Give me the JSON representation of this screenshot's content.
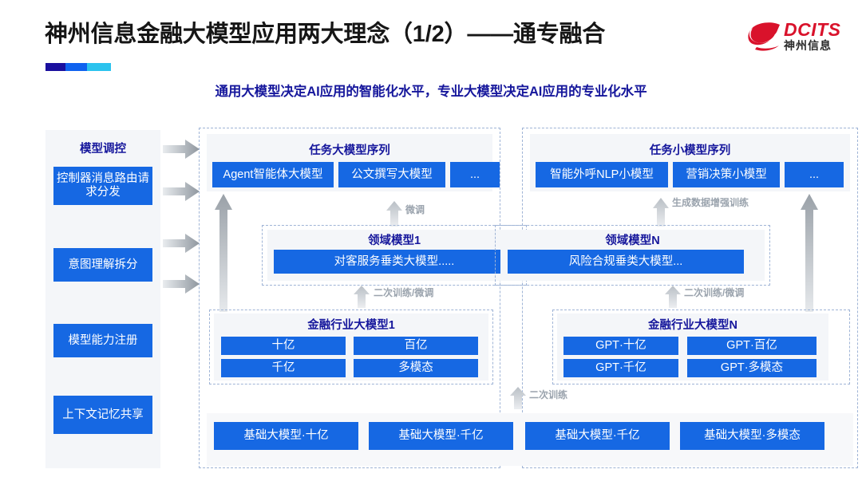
{
  "header": {
    "title": "神州信息金融大模型应用两大理念（1/2）——通专融合",
    "subtitle": "通用大模型决定AI应用的智能化水平，专业大模型决定AI应用的专业化水平",
    "accent_colors": [
      "#1a0f9e",
      "#0f62ef",
      "#2bc3ee"
    ],
    "logo": {
      "name": "dcits-logo",
      "en": "DCITS",
      "cn": "神州信息",
      "color": "#d9122b"
    }
  },
  "theme": {
    "blue": "#1668e3",
    "title_blue": "#16179c",
    "panel_bg": "#f4f6f9",
    "dashed_border": "#9fb4d6",
    "arrow_gray": "#a7adb4"
  },
  "control_column": {
    "title": "模型调控",
    "items": [
      {
        "label": "控制器消息路由请求分发"
      },
      {
        "label": "意图理解拆分"
      },
      {
        "label": "模型能力注册"
      },
      {
        "label": "上下文记忆共享"
      }
    ]
  },
  "left_group": {
    "task_sequence": {
      "title": "任务大模型序列",
      "items": [
        "Agent智能体大模型",
        "公文撰写大模型",
        "..."
      ]
    },
    "domain_model": {
      "title": "领域模型1",
      "items": [
        "对客服务垂类大模型....."
      ]
    },
    "industry_model": {
      "title": "金融行业大模型1",
      "items": [
        "十亿",
        "百亿",
        "千亿",
        "多模态"
      ]
    },
    "arrows": {
      "fine_tune": "微调",
      "retrain_finetune": "二次训练/微调"
    }
  },
  "right_group": {
    "task_sequence": {
      "title": "任务小模型序列",
      "items": [
        "智能外呼NLP小模型",
        "营销决策小模型",
        "..."
      ]
    },
    "domain_model": {
      "title": "领域模型N",
      "items": [
        "风险合规垂类大模型..."
      ]
    },
    "industry_model": {
      "title": "金融行业大模型N",
      "items": [
        "GPT·十亿",
        "GPT·百亿",
        "GPT·千亿",
        "GPT·多模态"
      ]
    },
    "arrows": {
      "data_augment": "生成数据增强训练",
      "retrain_finetune": "二次训练/微调"
    }
  },
  "base_layer": {
    "arrow_label": "二次训练",
    "items": [
      "基础大模型·十亿",
      "基础大模型·千亿",
      "基础大模型·千亿",
      "基础大模型·多模态"
    ]
  }
}
